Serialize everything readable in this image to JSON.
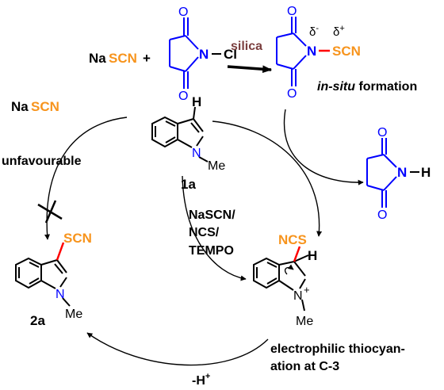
{
  "colors": {
    "reagent": "#000000",
    "scn_group": "#f7941d",
    "succinimide": "#0000ff",
    "reactive_bond": "#ff0000",
    "catalyst": "#7b3f3f"
  },
  "top_reaction": {
    "na": "Na",
    "scn": "SCN",
    "plus": "+",
    "ncs_n": "N",
    "ncs_cl": "Cl",
    "o_top": "O",
    "o_bottom": "O",
    "catalyst": "silica",
    "product_n": "N",
    "product_scn": "SCN",
    "delta_minus": "δ",
    "minus": "-",
    "delta_plus": "δ",
    "plus_sup": "+",
    "o_top_right": "O",
    "o_bottom_right": "O",
    "note_italic": "in-situ",
    "note_rest": " formation"
  },
  "byproduct": {
    "o_top": "O",
    "o_bottom": "O",
    "n": "N",
    "h": "H"
  },
  "cycle": {
    "left_na": "Na",
    "left_scn": "SCN",
    "unfavourable": "unfavourable",
    "indole_h": "H",
    "indole_n": "N",
    "indole_me": "Me",
    "label_1a": "1a",
    "conditions": [
      "NaSCN/",
      "NCS/",
      "TEMPO"
    ],
    "product_scn": "SCN",
    "product_n": "N",
    "product_me": "Me",
    "label_2a": "2a",
    "inter_ncs": "NCS",
    "inter_h": "H",
    "inter_n": "N",
    "inter_plus": "+",
    "inter_me": "Me",
    "caption": [
      "electrophilic thiocyan-",
      "ation at C-3"
    ],
    "minus_h": "-H",
    "minus_h_sup": "+"
  }
}
